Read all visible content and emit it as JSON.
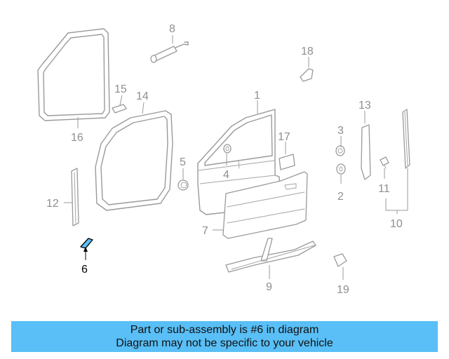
{
  "diagram": {
    "callouts": [
      {
        "id": "1",
        "label": "1"
      },
      {
        "id": "2",
        "label": "2"
      },
      {
        "id": "3",
        "label": "3"
      },
      {
        "id": "4",
        "label": "4"
      },
      {
        "id": "5",
        "label": "5"
      },
      {
        "id": "6",
        "label": "6",
        "highlighted": true
      },
      {
        "id": "7",
        "label": "7"
      },
      {
        "id": "8",
        "label": "8"
      },
      {
        "id": "9",
        "label": "9"
      },
      {
        "id": "10",
        "label": "10"
      },
      {
        "id": "11",
        "label": "11"
      },
      {
        "id": "12",
        "label": "12"
      },
      {
        "id": "13",
        "label": "13"
      },
      {
        "id": "14",
        "label": "14"
      },
      {
        "id": "15",
        "label": "15"
      },
      {
        "id": "16",
        "label": "16"
      },
      {
        "id": "17",
        "label": "17"
      },
      {
        "id": "18",
        "label": "18"
      },
      {
        "id": "19",
        "label": "19"
      }
    ],
    "highlight_color": "#59bff6"
  },
  "banner": {
    "line1": "Part or sub-assembly is #6 in diagram",
    "line2": "Diagram may not be specific to your vehicle",
    "background": "#59bff6"
  }
}
